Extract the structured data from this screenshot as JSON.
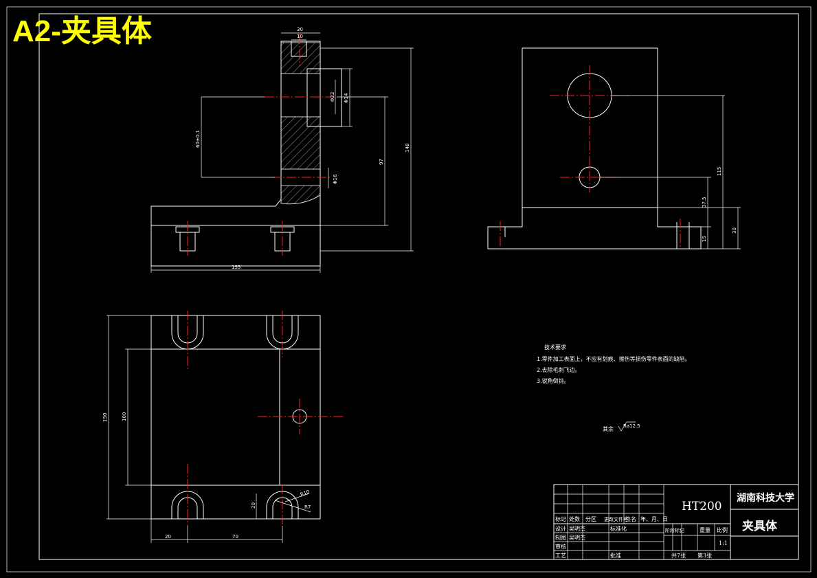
{
  "sheet_title": "A2-夹具体",
  "front_view": {
    "dims": {
      "top_width": "30",
      "slot_width": "10",
      "bore_dia1": "Φ22",
      "bore_dia2": "Φ14",
      "center_dist": "60±0.1",
      "height_97": "97",
      "height_148": "148",
      "pin_dia": "Φ16",
      "base_length": "155"
    }
  },
  "side_view": {
    "dims": {
      "h_115": "115",
      "h_37_5": "37.5",
      "h_15": "15",
      "h_30": "30"
    }
  },
  "top_view": {
    "dims": {
      "width_150": "150",
      "width_100": "100",
      "left_20": "20",
      "span_70": "70",
      "slot_20": "20",
      "radius": "R10",
      "slot_label": "R7"
    }
  },
  "tech_requirements": {
    "heading": "技术要求",
    "items": [
      "1.零件加工表面上，不应有划痕、擦伤等损伤零件表面的缺陷。",
      "2.去除毛刺飞边。",
      "3.锐角倒钝。"
    ]
  },
  "surface_note": {
    "label": "其余",
    "value": "Ra12.5"
  },
  "title_block": {
    "material": "HT200",
    "school": "湖南科技大学",
    "part_name": "夹具体",
    "header_row": [
      "标记",
      "处数",
      "分区",
      "更改文件号",
      "签名",
      "年、月、日"
    ],
    "design_label": "设计",
    "design_name": "吴明杰",
    "standardize_label": "标准化",
    "draw_label": "制图",
    "draw_name": "吴明杰",
    "review_label": "审核",
    "process_label": "工艺",
    "approve_label": "批准",
    "stage_label": "阶段标记",
    "weight_label": "重量",
    "scale_label": "比例",
    "scale_value": "1:1",
    "sheet_total": "共7张",
    "sheet_no": "第3张"
  }
}
